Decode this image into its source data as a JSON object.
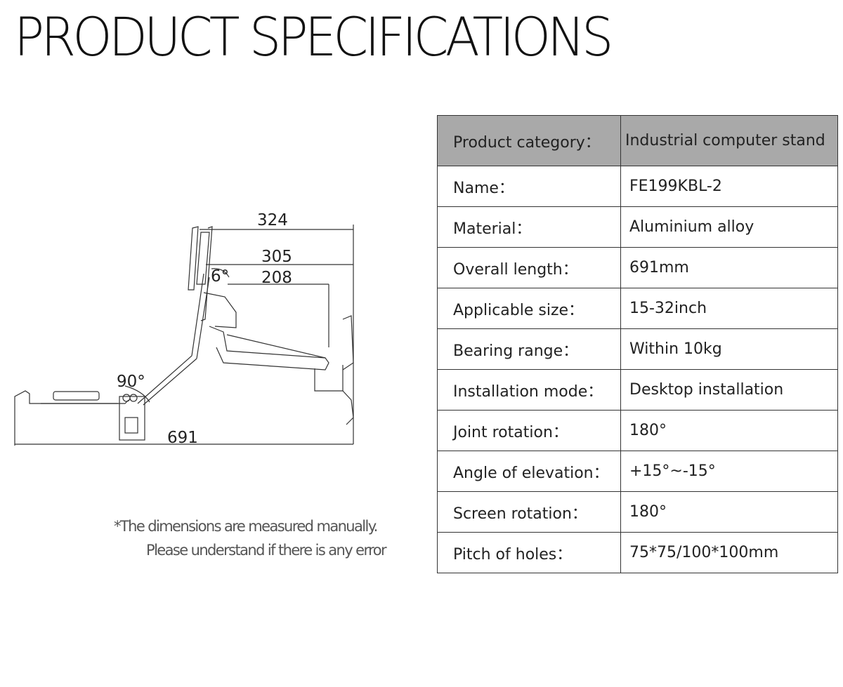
{
  "title": "PRODUCT SPECIFICATIONS",
  "diagram": {
    "dimensions": [
      "324",
      "305",
      "208",
      "691"
    ],
    "angles": [
      "6°",
      "90°"
    ]
  },
  "note": {
    "line1": "*The dimensions are measured manually.",
    "line2": "Please understand if there is any error"
  },
  "table": {
    "header": {
      "key": "Product category：",
      "value": "Industrial computer stand"
    },
    "rows": [
      {
        "key": "Name：",
        "value": "FE199KBL-2"
      },
      {
        "key": "Material：",
        "value": "Aluminium alloy"
      },
      {
        "key": "Overall length：",
        "value": "691mm"
      },
      {
        "key": "Applicable size：",
        "value": "15-32inch"
      },
      {
        "key": "Bearing range：",
        "value": "Within 10kg"
      },
      {
        "key": "Installation mode：",
        "value": "Desktop installation"
      },
      {
        "key": "Joint rotation：",
        "value": "180°"
      },
      {
        "key": "Angle of elevation：",
        "value": "+15°~-15°"
      },
      {
        "key": "Screen rotation：",
        "value": "180°"
      },
      {
        "key": "Pitch of holes：",
        "value": "75*75/100*100mm"
      }
    ]
  }
}
